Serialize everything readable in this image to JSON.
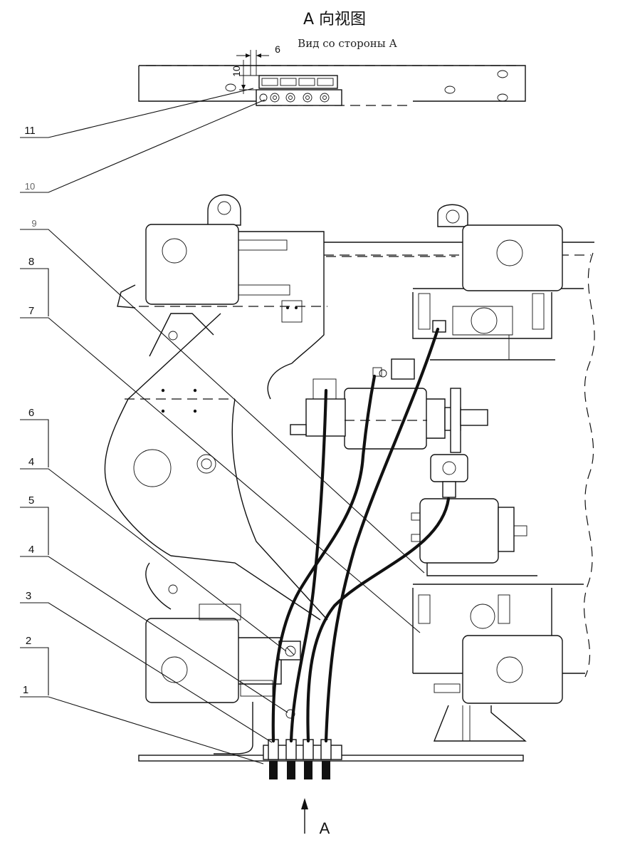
{
  "title": "A 向视图",
  "subtitle": "Вид со стороны А",
  "dimensions": {
    "horizontal": "6",
    "vertical": "10"
  },
  "view_arrow_label": "A",
  "callouts": [
    {
      "id": "c11",
      "label": "11"
    },
    {
      "id": "c10",
      "label": "10"
    },
    {
      "id": "c9",
      "label": "9"
    },
    {
      "id": "c8",
      "label": "8"
    },
    {
      "id": "c7",
      "label": "7"
    },
    {
      "id": "c6",
      "label": "6"
    },
    {
      "id": "c4a",
      "label": "4"
    },
    {
      "id": "c5",
      "label": "5"
    },
    {
      "id": "c4b",
      "label": "4"
    },
    {
      "id": "c3",
      "label": "3"
    },
    {
      "id": "c2",
      "label": "2"
    },
    {
      "id": "c1",
      "label": "1"
    }
  ]
}
